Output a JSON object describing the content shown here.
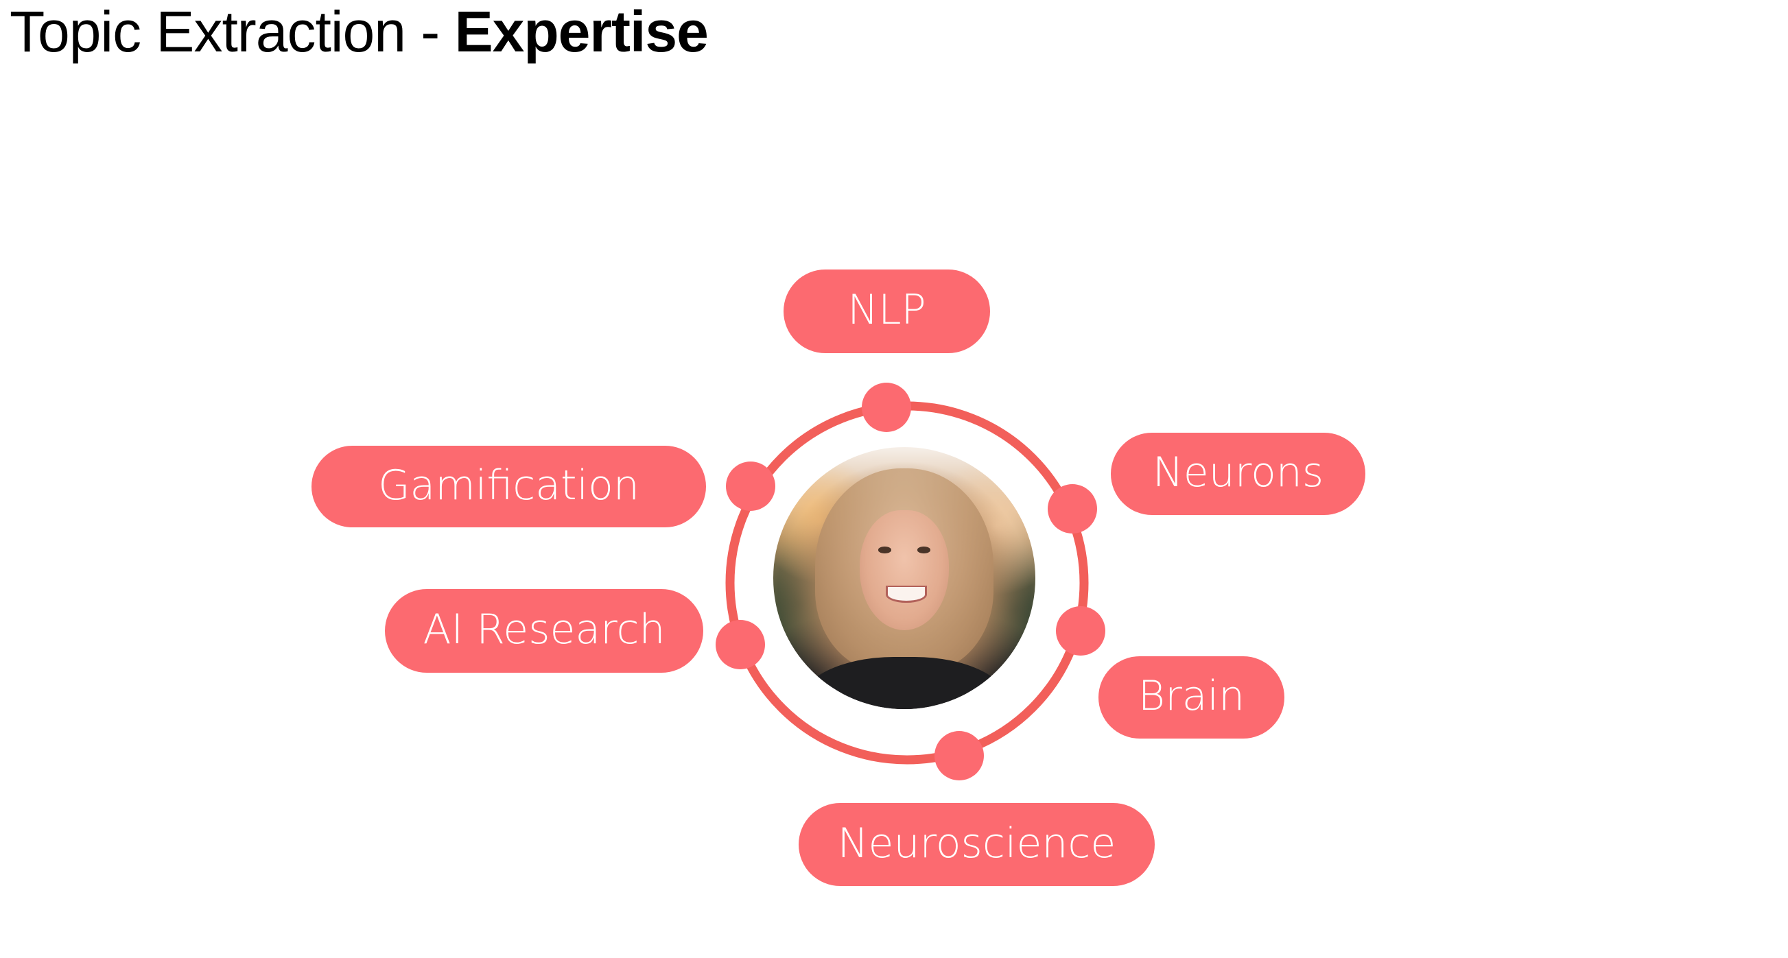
{
  "header": {
    "title_prefix": "Topic Extraction - ",
    "title_emphasis": "Expertise"
  },
  "colors": {
    "accent": "#fc6a70",
    "ring": "#f25f5a",
    "text_on_accent": "#ffffff",
    "title": "#000000",
    "background": "#ffffff"
  },
  "profile": {
    "photo_icon": "person-portrait"
  },
  "topics": [
    {
      "id": "nlp",
      "label": "NLP"
    },
    {
      "id": "neurons",
      "label": "Neurons"
    },
    {
      "id": "brain",
      "label": "Brain"
    },
    {
      "id": "neuroscience",
      "label": "Neuroscience"
    },
    {
      "id": "ai-research",
      "label": "AI Research"
    },
    {
      "id": "gamification",
      "label": "Gamification"
    }
  ]
}
